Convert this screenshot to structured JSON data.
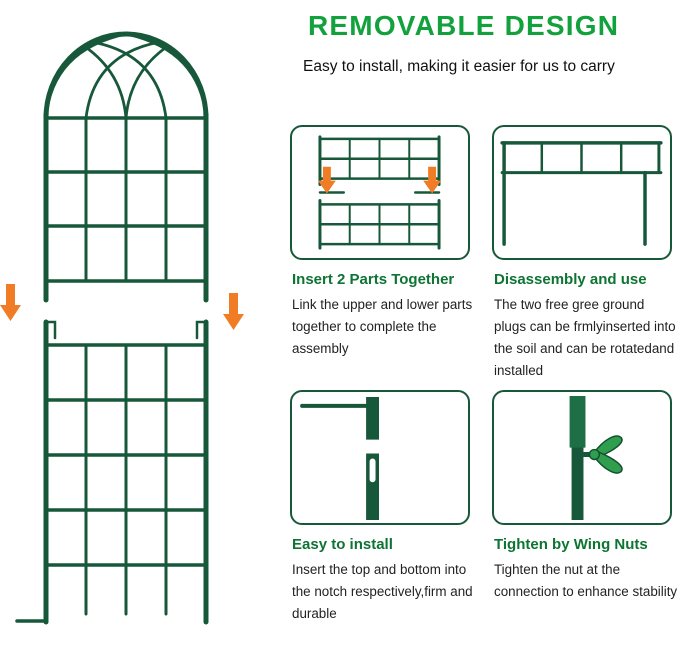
{
  "header": {
    "title": "REMOVABLE DESIGN",
    "subtitle": "Easy to install, making it easier for us to carry"
  },
  "features": [
    {
      "heading": "Insert 2 Parts Together",
      "body": "Link the upper and lower parts together to complete the assembly",
      "icon": "insert-two-parts-diagram"
    },
    {
      "heading": "Disassembly and use",
      "body": "The two free gree ground plugs can be frmlyinserted into the soil and can be rotatedand installed",
      "icon": "ground-plugs-diagram"
    },
    {
      "heading": "Easy to install",
      "body": "Insert the top and bottom into the notch respectively,firm and durable",
      "icon": "notch-pole-diagram"
    },
    {
      "heading": "Tighten by Wing Nuts",
      "body": "Tighten the nut at the connection to enhance stability",
      "icon": "wing-nut-diagram"
    }
  ],
  "illustration": {
    "name": "two-part-garden-trellis",
    "arrows": [
      "connection-arrow-left",
      "connection-arrow-right"
    ]
  },
  "colors": {
    "title_green": "#12a13c",
    "heading_green": "#0e7433",
    "trellis_green": "#17583a",
    "wingnut_green": "#2f9e4f",
    "arrow_orange": "#f07d26",
    "body_text": "#222222"
  }
}
